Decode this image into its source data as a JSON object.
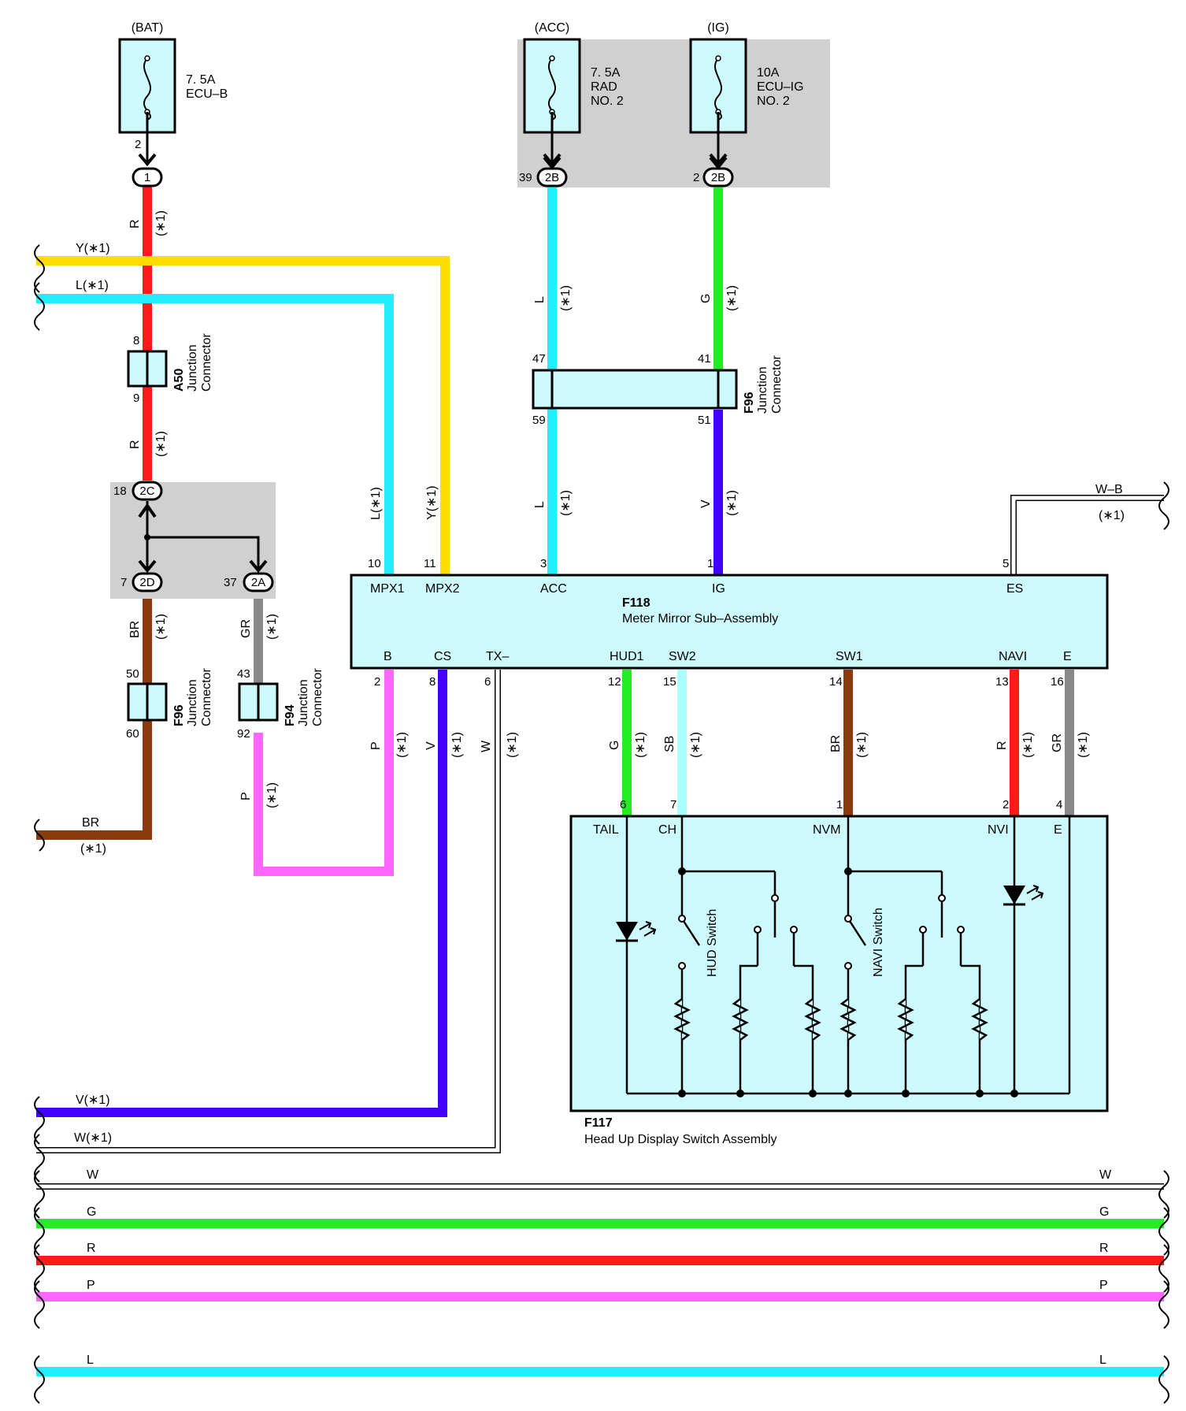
{
  "colors": {
    "R": "#ff1a1a",
    "Y": "#ffdd00",
    "L": "#22eeff",
    "BR": "#8b3a10",
    "GR": "#888888",
    "P": "#ff66ff",
    "V": "#4400ff",
    "G": "#22ee22",
    "SB": "#aaffff",
    "W": "#ffffff",
    "box": "#ccfaff",
    "shade": "#d0d0d0"
  },
  "fuses": {
    "bat": {
      "source": "(BAT)",
      "rating": "7. 5A",
      "name": "ECU–B",
      "pin": "2"
    },
    "acc": {
      "source": "(ACC)",
      "rating": "7. 5A",
      "name1": "RAD",
      "name2": "NO. 2",
      "pin": "39"
    },
    "ig": {
      "source": "(IG)",
      "rating": "10A",
      "name1": "ECU–IG",
      "name2": "NO. 2",
      "pin": "2"
    }
  },
  "connectors": {
    "c1": "1",
    "c2b_acc": "2B",
    "c2b_ig": "2B",
    "c2c": "2C",
    "c2d": "2D",
    "c2a": "2A",
    "pin_2c": "18",
    "pin_2d": "7",
    "pin_2a": "37"
  },
  "junctions": {
    "a50": {
      "id": "A50",
      "line1": "Junction",
      "line2": "Connector",
      "pin_in": "8",
      "pin_out": "9"
    },
    "f96_top": {
      "id": "F96",
      "line1": "Junction",
      "line2": "Connector",
      "pin_in_l": "47",
      "pin_in_r": "41",
      "pin_out_l": "59",
      "pin_out_r": "51"
    },
    "f96_left": {
      "id": "F96",
      "line1": "Junction",
      "line2": "Connector",
      "pin_in": "50",
      "pin_out": "60"
    },
    "f94": {
      "id": "F94",
      "line1": "Junction",
      "line2": "Connector",
      "pin_in": "43",
      "pin_out": "92"
    }
  },
  "wire_labels": {
    "r": "R",
    "y": "Y",
    "l": "L",
    "br": "BR",
    "gr": "GR",
    "p": "P",
    "v": "V",
    "w": "W",
    "g": "G",
    "sb": "SB",
    "star1": "(∗1)",
    "y_left": "Y(∗1)",
    "l_left": "L(∗1)",
    "br_left": "BR",
    "v_left": "V(∗1)",
    "w_left": "W(∗1)",
    "wb": "W–B",
    "wb_star": "(∗1)",
    "l_vert": "L(∗1)",
    "y_vert": "Y(∗1)"
  },
  "f118": {
    "id": "F118",
    "name": "Meter Mirror Sub–Assembly",
    "top_pins": [
      {
        "num": "10",
        "label": "MPX1"
      },
      {
        "num": "11",
        "label": "MPX2"
      },
      {
        "num": "3",
        "label": "ACC"
      },
      {
        "num": "1",
        "label": "IG"
      },
      {
        "num": "5",
        "label": "ES"
      }
    ],
    "bottom_pins": [
      {
        "num": "2",
        "label": "B"
      },
      {
        "num": "8",
        "label": "CS"
      },
      {
        "num": "6",
        "label": "TX–"
      },
      {
        "num": "12",
        "label": "HUD1"
      },
      {
        "num": "15",
        "label": "SW2"
      },
      {
        "num": "14",
        "label": "SW1"
      },
      {
        "num": "13",
        "label": "NAVI"
      },
      {
        "num": "16",
        "label": "E"
      }
    ]
  },
  "f117": {
    "id": "F117",
    "name": "Head Up Display Switch Assembly",
    "pins": [
      {
        "num": "6",
        "label": "TAIL"
      },
      {
        "num": "7",
        "label": "CH"
      },
      {
        "num": "1",
        "label": "NVM"
      },
      {
        "num": "2",
        "label": "NVI"
      },
      {
        "num": "4",
        "label": "E"
      }
    ],
    "hud_switch": "HUD Switch",
    "navi_switch": "NAVI Switch"
  },
  "bus": [
    {
      "label": "W",
      "color": "W"
    },
    {
      "label": "G",
      "color": "G"
    },
    {
      "label": "R",
      "color": "R"
    },
    {
      "label": "P",
      "color": "P"
    },
    {
      "label": "L",
      "color": "L"
    }
  ]
}
